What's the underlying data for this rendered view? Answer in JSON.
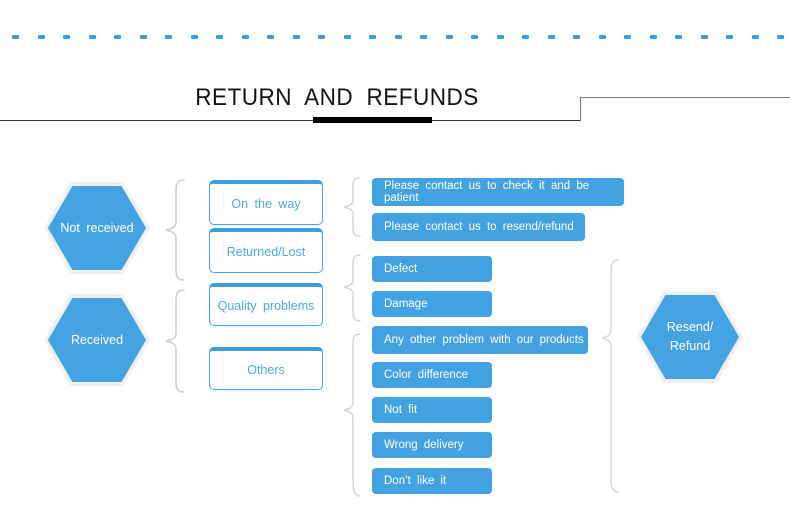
{
  "page": {
    "title": "RETURN  AND  REFUNDS",
    "accent_color": "#42a2e2",
    "dot_color": "#3d9be0",
    "title_color": "#141414"
  },
  "stage1": {
    "label": "stage-status",
    "nodes": [
      {
        "id": "not-received",
        "label": "Not  received"
      },
      {
        "id": "received",
        "label": "Received"
      }
    ]
  },
  "stage2": {
    "label": "stage-reason",
    "nodes": [
      {
        "id": "on-the-way",
        "label": "On  the  way"
      },
      {
        "id": "returned-lost",
        "label": "Returned/Lost"
      },
      {
        "id": "quality-problems",
        "label": "Quality  problems"
      },
      {
        "id": "others",
        "label": "Others"
      }
    ]
  },
  "stage3": {
    "label": "stage-detail",
    "nodes": [
      {
        "id": "contact-check",
        "label": "Please  contact  us  to  check  it  and  be  patient"
      },
      {
        "id": "contact-resend",
        "label": "Please  contact  us  to  resend/refund"
      },
      {
        "id": "defect",
        "label": "Defect"
      },
      {
        "id": "damage",
        "label": "Damage"
      },
      {
        "id": "any-other-problem",
        "label": "Any  other  problem  with  our  products"
      },
      {
        "id": "color-difference",
        "label": "Color  difference"
      },
      {
        "id": "not-fit",
        "label": "Not  fit"
      },
      {
        "id": "wrong-delivery",
        "label": "Wrong  delivery"
      },
      {
        "id": "dont-like-it",
        "label": "Don’t  like  it"
      }
    ]
  },
  "stage4": {
    "label": "stage-outcome",
    "nodes": [
      {
        "id": "resend-refund",
        "line1": "Resend/",
        "line2": "Refund"
      }
    ]
  }
}
